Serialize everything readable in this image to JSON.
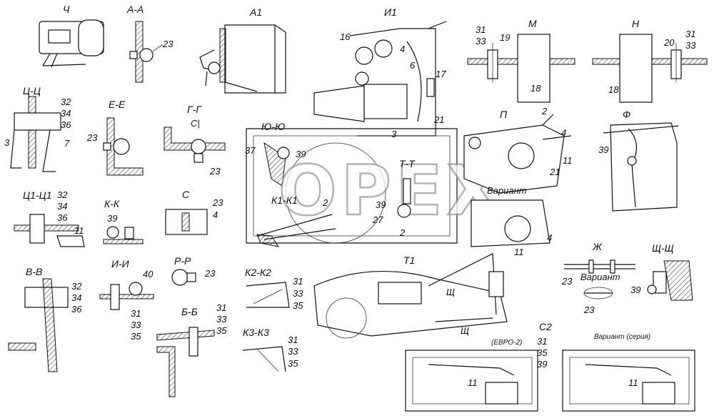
{
  "watermark": "OPEX",
  "sections": {
    "ch": "Ч",
    "aa": "А-А",
    "a1": "А1",
    "i1": "И1",
    "m": "М",
    "n": "Н",
    "tsts": "Ц-Ц",
    "ee": "Е-Е",
    "gg": "Г-Г",
    "yuyu": "Ю-Ю",
    "p": "П",
    "f": "Ф",
    "ts1": "Ц1-Ц1",
    "kk": "К-К",
    "c": "С",
    "k1k1": "К1-К1",
    "tt": "Т-Т",
    "vv": "В-В",
    "ii": "И-И",
    "rr": "Р-Р",
    "k2k2": "К2-К2",
    "t1": "Т1",
    "zh": "Ж",
    "shsh": "Щ-Щ",
    "bb": "Б-Б",
    "k3k3": "К3-К3",
    "c2": "С2",
    "sh_mark": "Щ",
    "c_mark": "С|"
  },
  "labels": {
    "variant": "Вариант",
    "euro2": "(ЕВРО-2)",
    "variant_series": "Вариант (серия)"
  },
  "numbers": {
    "n2": "2",
    "n3": "3",
    "n4": "4",
    "n6": "6",
    "n7": "7",
    "n11": "11",
    "n16": "16",
    "n17": "17",
    "n18": "18",
    "n19": "19",
    "n20": "20",
    "n21": "21",
    "n23": "23",
    "n27": "27",
    "n31": "31",
    "n32": "32",
    "n33": "33",
    "n34": "34",
    "n35": "35",
    "n36": "36",
    "n37": "37",
    "n39": "39",
    "n40": "40"
  }
}
